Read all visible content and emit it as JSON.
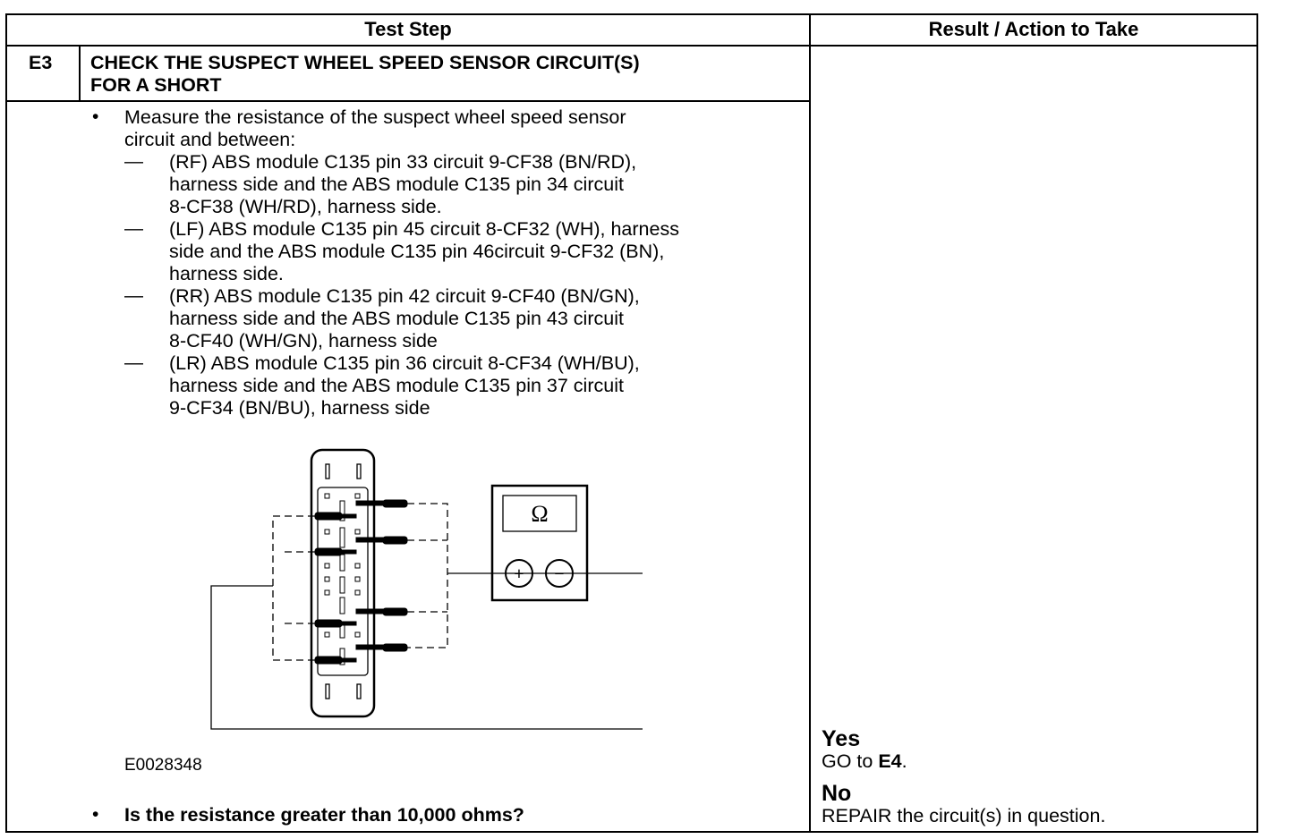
{
  "table": {
    "header_test_step": "Test Step",
    "header_result": "Result / Action to Take",
    "step_id": "E3",
    "step_title_line1": "CHECK THE SUSPECT WHEEL SPEED SENSOR CIRCUIT(S)",
    "step_title_line2": "FOR A SHORT"
  },
  "instructions": {
    "intro_line1": "Measure the resistance of the suspect wheel speed sensor",
    "intro_line2": "circuit and between:",
    "items": [
      {
        "lines": [
          "(RF) ABS module C135 pin 33 circuit 9-CF38 (BN/RD),",
          "harness side and the ABS module C135 pin 34 circuit",
          "8-CF38 (WH/RD), harness side."
        ]
      },
      {
        "lines": [
          "(LF) ABS module C135 pin 45 circuit 8-CF32 (WH), harness",
          "side and the ABS module C135 pin 46circuit 9-CF32 (BN),",
          "harness side."
        ]
      },
      {
        "lines": [
          "(RR) ABS module C135 pin 42 circuit 9-CF40 (BN/GN),",
          "harness side and the ABS module C135 pin 43 circuit",
          "8-CF40 (WH/GN), harness side"
        ]
      },
      {
        "lines": [
          "(LR) ABS module C135 pin 36 circuit 8-CF34 (WH/BU),",
          "harness side and the ABS module C135 pin 37 circuit",
          "9-CF34 (BN/BU), harness side"
        ]
      }
    ],
    "figure_id": "E0028348",
    "question": "Is the resistance greater than 10,000 ohms?"
  },
  "diagram": {
    "meter_symbol": "Ω",
    "plus_symbol": "+",
    "minus_symbol": "−"
  },
  "results": {
    "yes_label": "Yes",
    "yes_action_prefix": "GO to ",
    "yes_action_target": "E4",
    "yes_action_suffix": ".",
    "no_label": "No",
    "no_action": "REPAIR the circuit(s) in question."
  }
}
